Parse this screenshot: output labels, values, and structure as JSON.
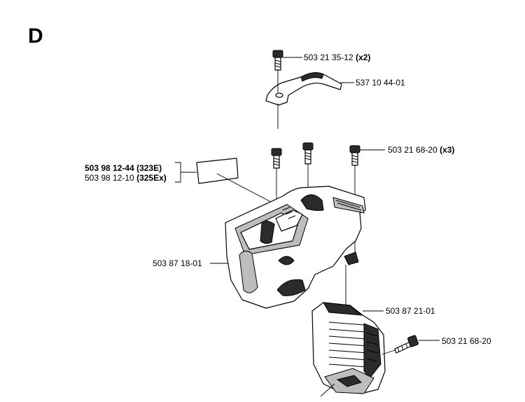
{
  "section_letter": "D",
  "labels": {
    "screw_top": {
      "num": "503 21 35-12",
      "qty": "(x2)"
    },
    "bracket": {
      "num": "537 10 44-01"
    },
    "screw_right": {
      "num": "503 21 68-20",
      "qty": "(x3)"
    },
    "decal_a": {
      "num": "503 98 12-44",
      "model": "(323E)"
    },
    "decal_b": {
      "num": "503 98 12-10",
      "model": "(325Ex)"
    },
    "cover": {
      "num": "503 87 18-01"
    },
    "air_filter_cover": {
      "num": "503 87 21-01"
    },
    "screw_single": {
      "num": "503 21 68-20"
    }
  }
}
